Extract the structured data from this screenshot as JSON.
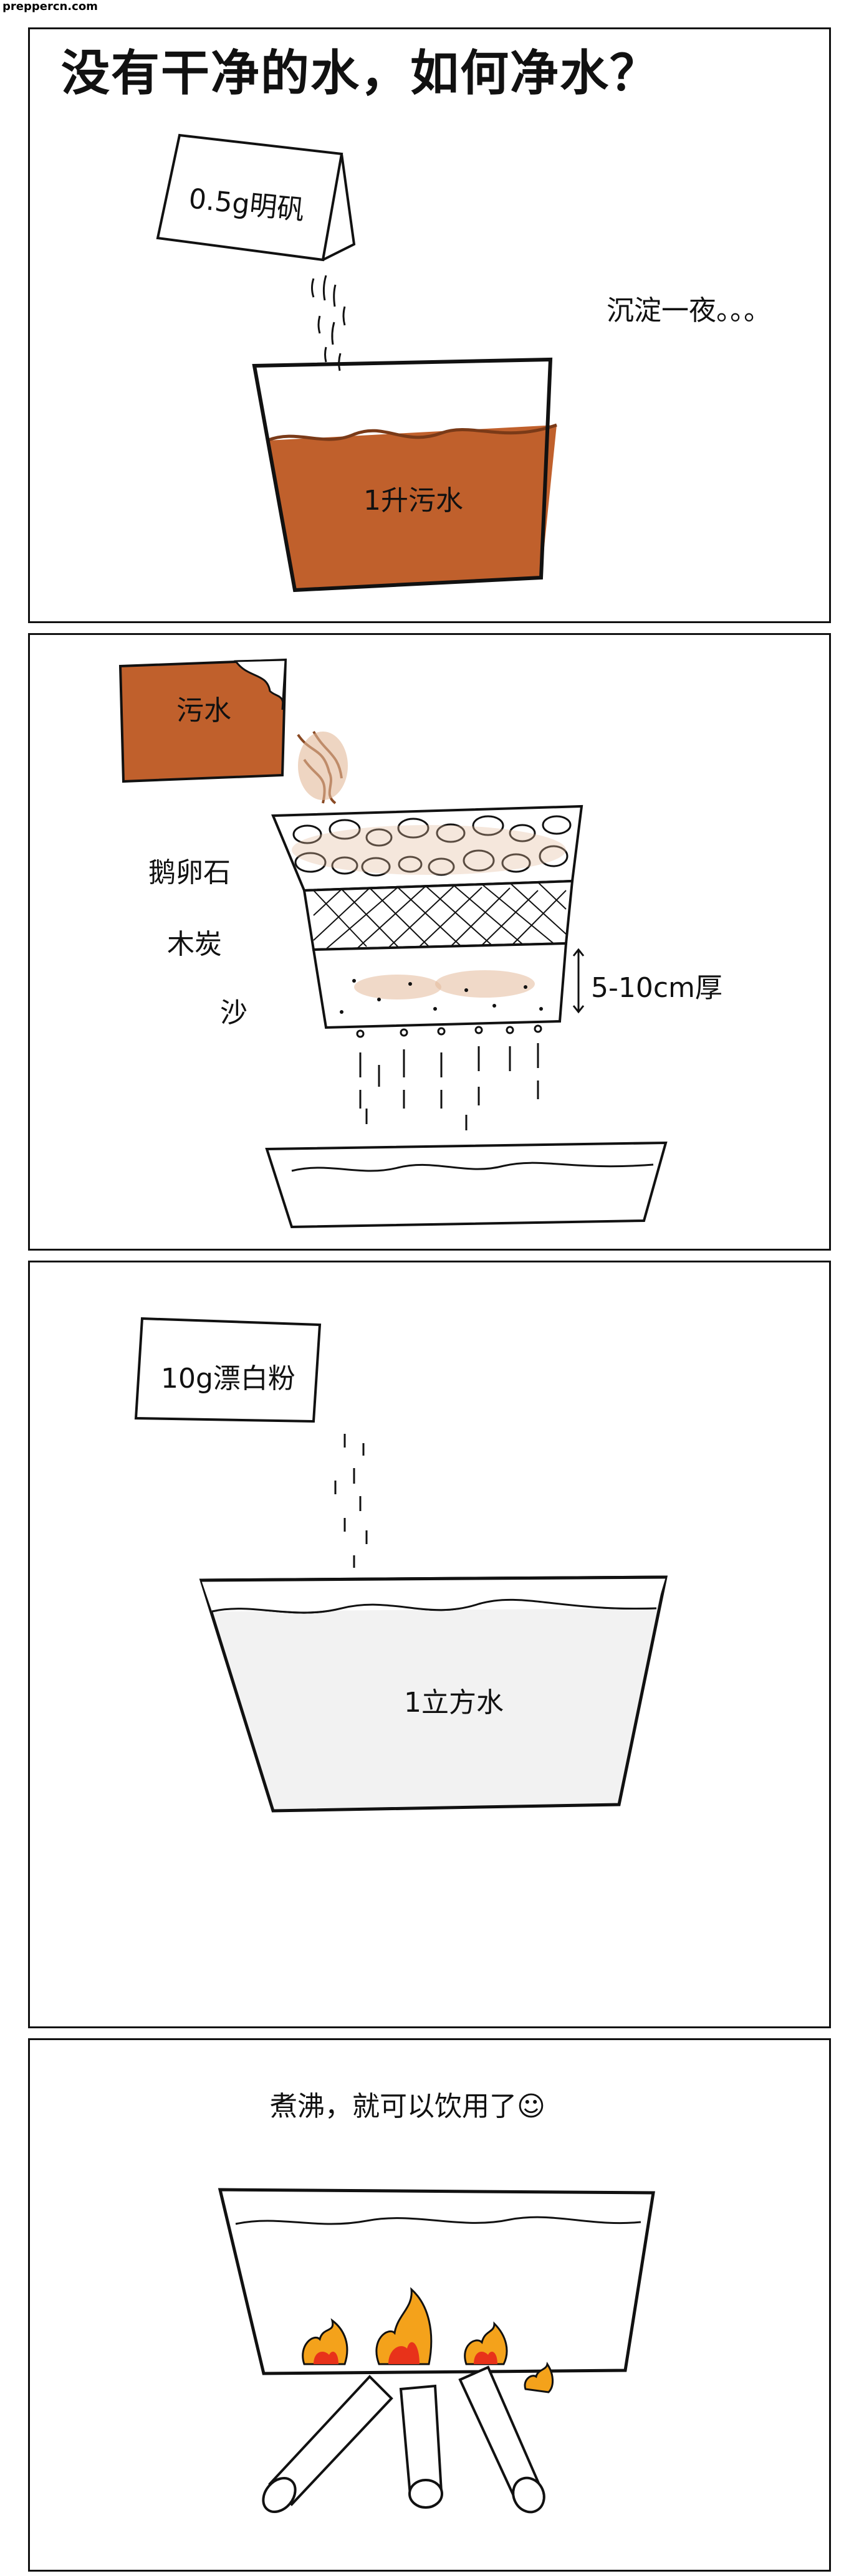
{
  "watermark": "preppercn.com",
  "panel1": {
    "title": "没有干净的水，如何净水？",
    "alum_bag_label": "0.5g明矾",
    "settle_note": "沉淀一夜。。。",
    "bucket_label": "1升污水",
    "colors": {
      "dirty_water": "#c0602c"
    }
  },
  "panel2": {
    "dirty_bag_label": "污水",
    "layer_pebbles": "鹅卵石",
    "layer_charcoal": "木炭",
    "layer_sand": "沙",
    "sand_thickness": "5-10cm厚",
    "colors": {
      "dirty_water": "#c0602c",
      "sediment": "#e3b99a"
    }
  },
  "panel3": {
    "bleach_bag_label": "10g漂白粉",
    "tank_label": "1立方水",
    "colors": {
      "clean_water": "#f2f2f2"
    }
  },
  "panel4": {
    "boil_note": "煮沸，就可以饮用了☺",
    "colors": {
      "fire_outer": "#f4a21b",
      "fire_inner": "#e8321a"
    }
  }
}
